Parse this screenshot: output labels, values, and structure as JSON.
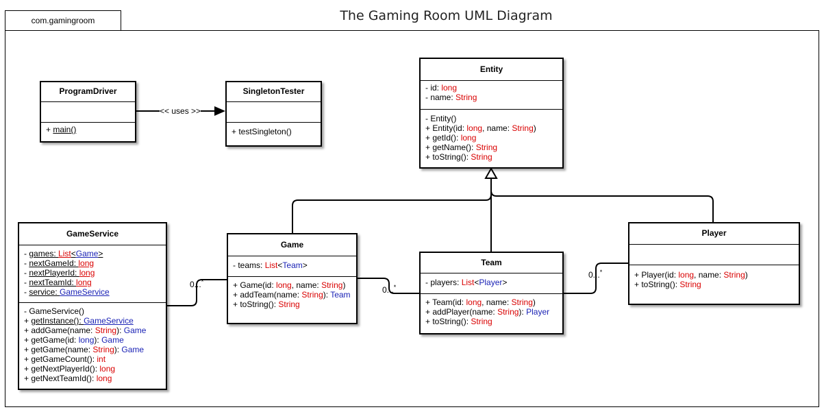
{
  "package_label": "com.gamingroom",
  "diagram_title": "The Gaming Room UML Diagram",
  "colors": {
    "type_primitive": "#d90000",
    "type_class": "#1a22b5",
    "line": "#000000"
  },
  "classes": {
    "program_driver": {
      "name": "ProgramDriver",
      "attributes": [],
      "operations": [
        {
          "parts": [
            {
              "t": "+ "
            },
            {
              "t": "main()",
              "u": true
            }
          ]
        }
      ]
    },
    "singleton_tester": {
      "name": "SingletonTester",
      "attributes": [],
      "operations": [
        {
          "parts": [
            {
              "t": "+ testSingleton()"
            }
          ]
        }
      ]
    },
    "entity": {
      "name": "Entity",
      "attributes": [
        {
          "parts": [
            {
              "t": "- id: "
            },
            {
              "t": "long",
              "c": "red"
            }
          ]
        },
        {
          "parts": [
            {
              "t": "- name: "
            },
            {
              "t": "String",
              "c": "red"
            }
          ]
        }
      ],
      "operations": [
        {
          "parts": [
            {
              "t": "- Entity()"
            }
          ]
        },
        {
          "parts": [
            {
              "t": "+ Entity(id: "
            },
            {
              "t": "long",
              "c": "red"
            },
            {
              "t": ", name: "
            },
            {
              "t": "String",
              "c": "red"
            },
            {
              "t": ")"
            }
          ]
        },
        {
          "parts": [
            {
              "t": "+ getId(): "
            },
            {
              "t": "long",
              "c": "red"
            }
          ]
        },
        {
          "parts": [
            {
              "t": "+ getName(): "
            },
            {
              "t": "String",
              "c": "red"
            }
          ]
        },
        {
          "parts": [
            {
              "t": "+ toString(): "
            },
            {
              "t": "String",
              "c": "red"
            }
          ]
        }
      ]
    },
    "game_service": {
      "name": "GameService",
      "attributes": [
        {
          "parts": [
            {
              "t": "- "
            },
            {
              "t": "games: ",
              "u": true
            },
            {
              "t": "List",
              "c": "red",
              "u": true
            },
            {
              "t": "<",
              "u": true
            },
            {
              "t": "Game",
              "c": "blue",
              "u": true
            },
            {
              "t": ">",
              "u": true
            }
          ]
        },
        {
          "parts": [
            {
              "t": "- "
            },
            {
              "t": "nextGameId: ",
              "u": true
            },
            {
              "t": "long",
              "c": "red",
              "u": true
            }
          ]
        },
        {
          "parts": [
            {
              "t": "- "
            },
            {
              "t": "nextPlayerId: ",
              "u": true
            },
            {
              "t": "long",
              "c": "red",
              "u": true
            }
          ]
        },
        {
          "parts": [
            {
              "t": "- "
            },
            {
              "t": "nextTeamId: ",
              "u": true
            },
            {
              "t": "long",
              "c": "red",
              "u": true
            }
          ]
        },
        {
          "parts": [
            {
              "t": "- "
            },
            {
              "t": "service: ",
              "u": true
            },
            {
              "t": "GameService",
              "c": "blue",
              "u": true
            }
          ]
        }
      ],
      "operations": [
        {
          "parts": [
            {
              "t": "- GameService()"
            }
          ]
        },
        {
          "parts": [
            {
              "t": "+ "
            },
            {
              "t": "getInstance(): ",
              "u": true
            },
            {
              "t": "GameService",
              "c": "blue",
              "u": true
            }
          ]
        },
        {
          "parts": [
            {
              "t": "+ addGame(name: "
            },
            {
              "t": "String",
              "c": "red"
            },
            {
              "t": "): "
            },
            {
              "t": "Game",
              "c": "blue"
            }
          ]
        },
        {
          "parts": [
            {
              "t": "+ getGame(id: "
            },
            {
              "t": "long",
              "c": "blue"
            },
            {
              "t": "): "
            },
            {
              "t": "Game",
              "c": "blue"
            }
          ]
        },
        {
          "parts": [
            {
              "t": "+ getGame(name: "
            },
            {
              "t": "String",
              "c": "red"
            },
            {
              "t": "): "
            },
            {
              "t": "Game",
              "c": "blue"
            }
          ]
        },
        {
          "parts": [
            {
              "t": "+ getGameCount(): "
            },
            {
              "t": "int",
              "c": "red"
            }
          ]
        },
        {
          "parts": [
            {
              "t": "+ getNextPlayerId(): "
            },
            {
              "t": "long",
              "c": "red"
            }
          ]
        },
        {
          "parts": [
            {
              "t": "+ getNextTeamId(): "
            },
            {
              "t": "long",
              "c": "red"
            }
          ]
        }
      ]
    },
    "game": {
      "name": "Game",
      "attributes": [
        {
          "parts": [
            {
              "t": "- teams: "
            },
            {
              "t": "List",
              "c": "red"
            },
            {
              "t": "<"
            },
            {
              "t": "Team",
              "c": "blue"
            },
            {
              "t": ">"
            }
          ]
        }
      ],
      "operations": [
        {
          "parts": [
            {
              "t": "+ Game(id: "
            },
            {
              "t": "long",
              "c": "red"
            },
            {
              "t": ", name: "
            },
            {
              "t": "String",
              "c": "red"
            },
            {
              "t": ")"
            }
          ]
        },
        {
          "parts": [
            {
              "t": "+ addTeam(name: "
            },
            {
              "t": "String",
              "c": "red"
            },
            {
              "t": "): "
            },
            {
              "t": "Team",
              "c": "blue"
            }
          ]
        },
        {
          "parts": [
            {
              "t": "+ toString(): "
            },
            {
              "t": "String",
              "c": "red"
            }
          ]
        }
      ]
    },
    "team": {
      "name": "Team",
      "attributes": [
        {
          "parts": [
            {
              "t": "- players: "
            },
            {
              "t": "List",
              "c": "red"
            },
            {
              "t": "<"
            },
            {
              "t": "Player",
              "c": "blue"
            },
            {
              "t": ">"
            }
          ]
        }
      ],
      "operations": [
        {
          "parts": [
            {
              "t": "+ Team(id: "
            },
            {
              "t": "long",
              "c": "red"
            },
            {
              "t": ", name: "
            },
            {
              "t": "String",
              "c": "red"
            },
            {
              "t": ")"
            }
          ]
        },
        {
          "parts": [
            {
              "t": "+ addPlayer(name: "
            },
            {
              "t": "String",
              "c": "red"
            },
            {
              "t": "): "
            },
            {
              "t": "Player",
              "c": "blue"
            }
          ]
        },
        {
          "parts": [
            {
              "t": "+ toString(): "
            },
            {
              "t": "String",
              "c": "red"
            }
          ]
        }
      ]
    },
    "player": {
      "name": "Player",
      "attributes": [],
      "operations": [
        {
          "parts": [
            {
              "t": "+ Player(id: "
            },
            {
              "t": "long",
              "c": "red"
            },
            {
              "t": ", name: "
            },
            {
              "t": "String",
              "c": "red"
            },
            {
              "t": ")"
            }
          ]
        },
        {
          "parts": [
            {
              "t": "+ toString(): "
            },
            {
              "t": "String",
              "c": "red"
            }
          ]
        }
      ]
    }
  },
  "relations": {
    "uses_label": "<< uses >>",
    "multiplicity_base": "0...",
    "multiplicity_star": "*"
  }
}
